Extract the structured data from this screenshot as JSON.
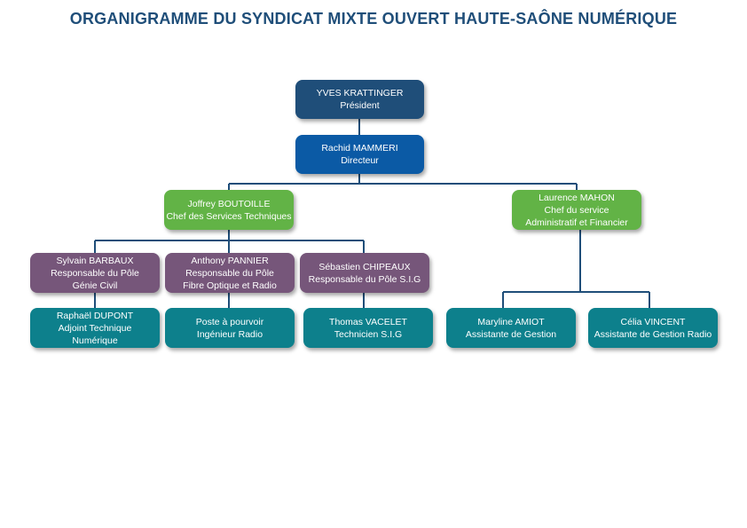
{
  "title": "ORGANIGRAMME DU SYNDICAT MIXTE OUVERT HAUTE-SAÔNE NUMÉRIQUE",
  "colors": {
    "president": "#1f4e79",
    "director": "#0b5aa5",
    "service_head": "#62b346",
    "pole_head": "#76567a",
    "staff": "#0d808c",
    "connector": "#1f4e79"
  },
  "nodes": {
    "president": {
      "name": "YVES KRATTINGER",
      "role": "Président"
    },
    "director": {
      "name": "Rachid MAMMERI",
      "role": "Directeur"
    },
    "technical_head": {
      "name": "Joffrey BOUTOILLE",
      "role": "Chef des Services Techniques"
    },
    "admin_head": {
      "name": "Laurence MAHON",
      "role1": "Chef du service",
      "role2": "Administratif et Financier"
    },
    "pole_civil": {
      "name": "Sylvain BARBAUX",
      "role1": "Responsable du Pôle",
      "role2": "Génie Civil"
    },
    "pole_fibre": {
      "name": "Anthony PANNIER",
      "role1": "Responsable du Pôle",
      "role2": "Fibre Optique et Radio"
    },
    "pole_sig": {
      "name": "Sébastien CHIPEAUX",
      "role": "Responsable du Pôle S.I.G"
    },
    "staff_dupont": {
      "name": "Raphaël DUPONT",
      "role1": "Adjoint Technique",
      "role2": "Numérique"
    },
    "staff_vacant": {
      "line1": "Poste à pourvoir",
      "line2": "Ingénieur Radio"
    },
    "staff_vacelet": {
      "name": "Thomas VACELET",
      "role": "Technicien S.I.G"
    },
    "staff_amiot": {
      "name": "Maryline AMIOT",
      "role": "Assistante de Gestion"
    },
    "staff_vincent": {
      "name": "Célia VINCENT",
      "role": "Assistante de Gestion Radio"
    }
  }
}
